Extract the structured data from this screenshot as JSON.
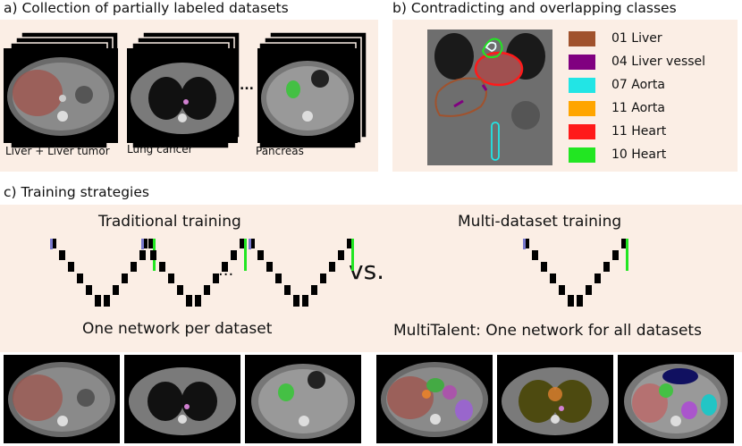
{
  "panels": {
    "a": {
      "title": "a) Collection of partially labeled datasets",
      "captions": [
        "Liver + Liver tumor",
        "Lung cancer",
        "Pancreas"
      ],
      "ellipsis": "..."
    },
    "b": {
      "title": "b) Contradicting and overlapping classes",
      "legend": [
        {
          "label": "01 Liver",
          "color": "#a0522d"
        },
        {
          "label": "04 Liver vessel",
          "color": "#800080"
        },
        {
          "label": "07 Aorta",
          "color": "#22e5e5"
        },
        {
          "label": "11 Aorta",
          "color": "#ffa500"
        },
        {
          "label": "11 Heart",
          "color": "#ff1a1a"
        },
        {
          "label": "10 Heart",
          "color": "#22e622"
        }
      ]
    },
    "c": {
      "title": "c) Training strategies",
      "traditional_title": "Traditional training",
      "traditional_caption": "One network per dataset",
      "multi_title": "Multi-dataset training",
      "multi_caption": "MultiTalent: One network for all datasets",
      "vs": "vs.",
      "ellipsis": "..."
    }
  },
  "colors": {
    "panel_bg": "#fbeee5",
    "net_in": "#7777cc",
    "net_out": "#22e622"
  }
}
